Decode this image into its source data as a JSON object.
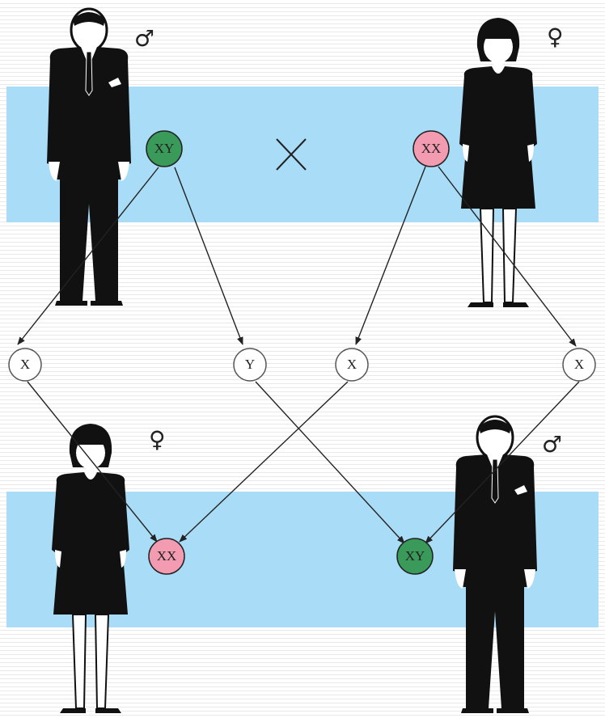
{
  "parents": {
    "male": {
      "symbol": "♂",
      "genotype": "XY",
      "color": "#3a9a5a"
    },
    "female": {
      "symbol": "♀",
      "genotype": "XX",
      "color": "#f39bb0"
    },
    "cross": "×"
  },
  "gametes": [
    "X",
    "Y",
    "X",
    "X"
  ],
  "offspring": {
    "female": {
      "symbol": "♀",
      "genotype": "XX",
      "color": "#f39bb0"
    },
    "male": {
      "symbol": "♂",
      "genotype": "XY",
      "color": "#3a9a5a"
    }
  },
  "colors": {
    "band": "#a9dcf6",
    "figure": "#111111",
    "gamete_fill": "#ffffff",
    "arrow": "#222222"
  }
}
